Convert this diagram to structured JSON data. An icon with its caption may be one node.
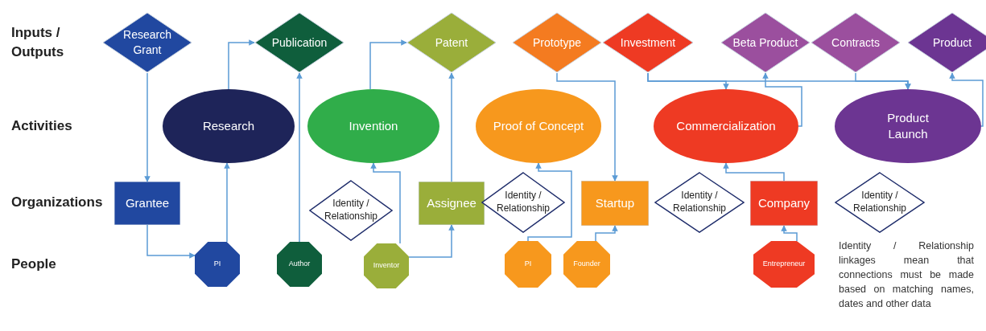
{
  "diagram": {
    "nodes": [
      {
        "text": [
          "Research Grant"
        ]
      },
      {
        "text": [
          "Publication"
        ]
      },
      {
        "text": [
          "Patent"
        ]
      },
      {
        "text": [
          "Prototype"
        ]
      },
      {
        "text": [
          "Investment"
        ]
      },
      {
        "text": [
          "Beta Product"
        ]
      },
      {
        "text": [
          "Contracts"
        ]
      },
      {
        "text": [
          "Product"
        ]
      },
      {
        "text": [
          "Research"
        ]
      },
      {
        "text": [
          "Invention"
        ]
      },
      {
        "text": [
          "Proof of Concept"
        ]
      },
      {
        "text": [
          "Commercialization"
        ]
      },
      {
        "text": [
          "Product Launch"
        ]
      },
      {
        "text": [
          "Grantee"
        ]
      },
      {
        "text": [
          "Identity / Relationship"
        ]
      },
      {
        "text": [
          "Assignee"
        ]
      },
      {
        "text": [
          "Identity / Relationship"
        ]
      },
      {
        "text": [
          "Startup"
        ]
      },
      {
        "text": [
          "Identity / Relationship"
        ]
      },
      {
        "text": [
          "Company"
        ]
      },
      {
        "text": [
          "Identity / Relationship"
        ]
      },
      {
        "text": [
          "PI"
        ]
      },
      {
        "text": [
          "Author"
        ]
      },
      {
        "text": [
          "Inventor"
        ]
      },
      {
        "text": [
          "PI"
        ]
      },
      {
        "text": [
          "Founder"
        ]
      },
      {
        "text": [
          "Entrepreneur"
        ]
      }
    ],
    "edges": [
      {
        "from": 0,
        "to": 13,
        "arrow": "to"
      },
      {
        "from": 13,
        "to": 21,
        "arrow": "to"
      },
      {
        "from": 21,
        "to": 8,
        "arrow": "to"
      },
      {
        "from": 8,
        "to": 1,
        "arrow": "to"
      },
      {
        "from": 22,
        "to": 1,
        "arrow": "to"
      },
      {
        "from": 23,
        "to": 9,
        "arrow": "to"
      },
      {
        "from": 23,
        "to": 15,
        "arrow": "to"
      },
      {
        "from": 9,
        "to": 2,
        "arrow": "to"
      },
      {
        "from": 15,
        "to": 2,
        "arrow": "to"
      },
      {
        "from": 24,
        "to": 10,
        "arrow": "to"
      },
      {
        "from": 3,
        "to": 17,
        "arrow": "to"
      },
      {
        "from": 25,
        "to": 17,
        "arrow": "to"
      },
      {
        "from": 4,
        "to": 11,
        "arrow": "to"
      },
      {
        "from": 4,
        "to": 12,
        "arrow": "to"
      },
      {
        "from": 6,
        "to": 12,
        "arrow": "to"
      },
      {
        "from": 11,
        "to": 5,
        "arrow": "to"
      },
      {
        "from": 12,
        "to": 7,
        "arrow": "to"
      },
      {
        "from": 26,
        "to": 19,
        "arrow": "to"
      },
      {
        "from": 19,
        "to": 11,
        "arrow": "to"
      }
    ],
    "labels": [
      "Inputs / Outputs",
      "Activities",
      "Organizations",
      "People",
      "Identity / Relationship linkages mean that connections must be made based on matching names, dates and other data"
    ]
  }
}
